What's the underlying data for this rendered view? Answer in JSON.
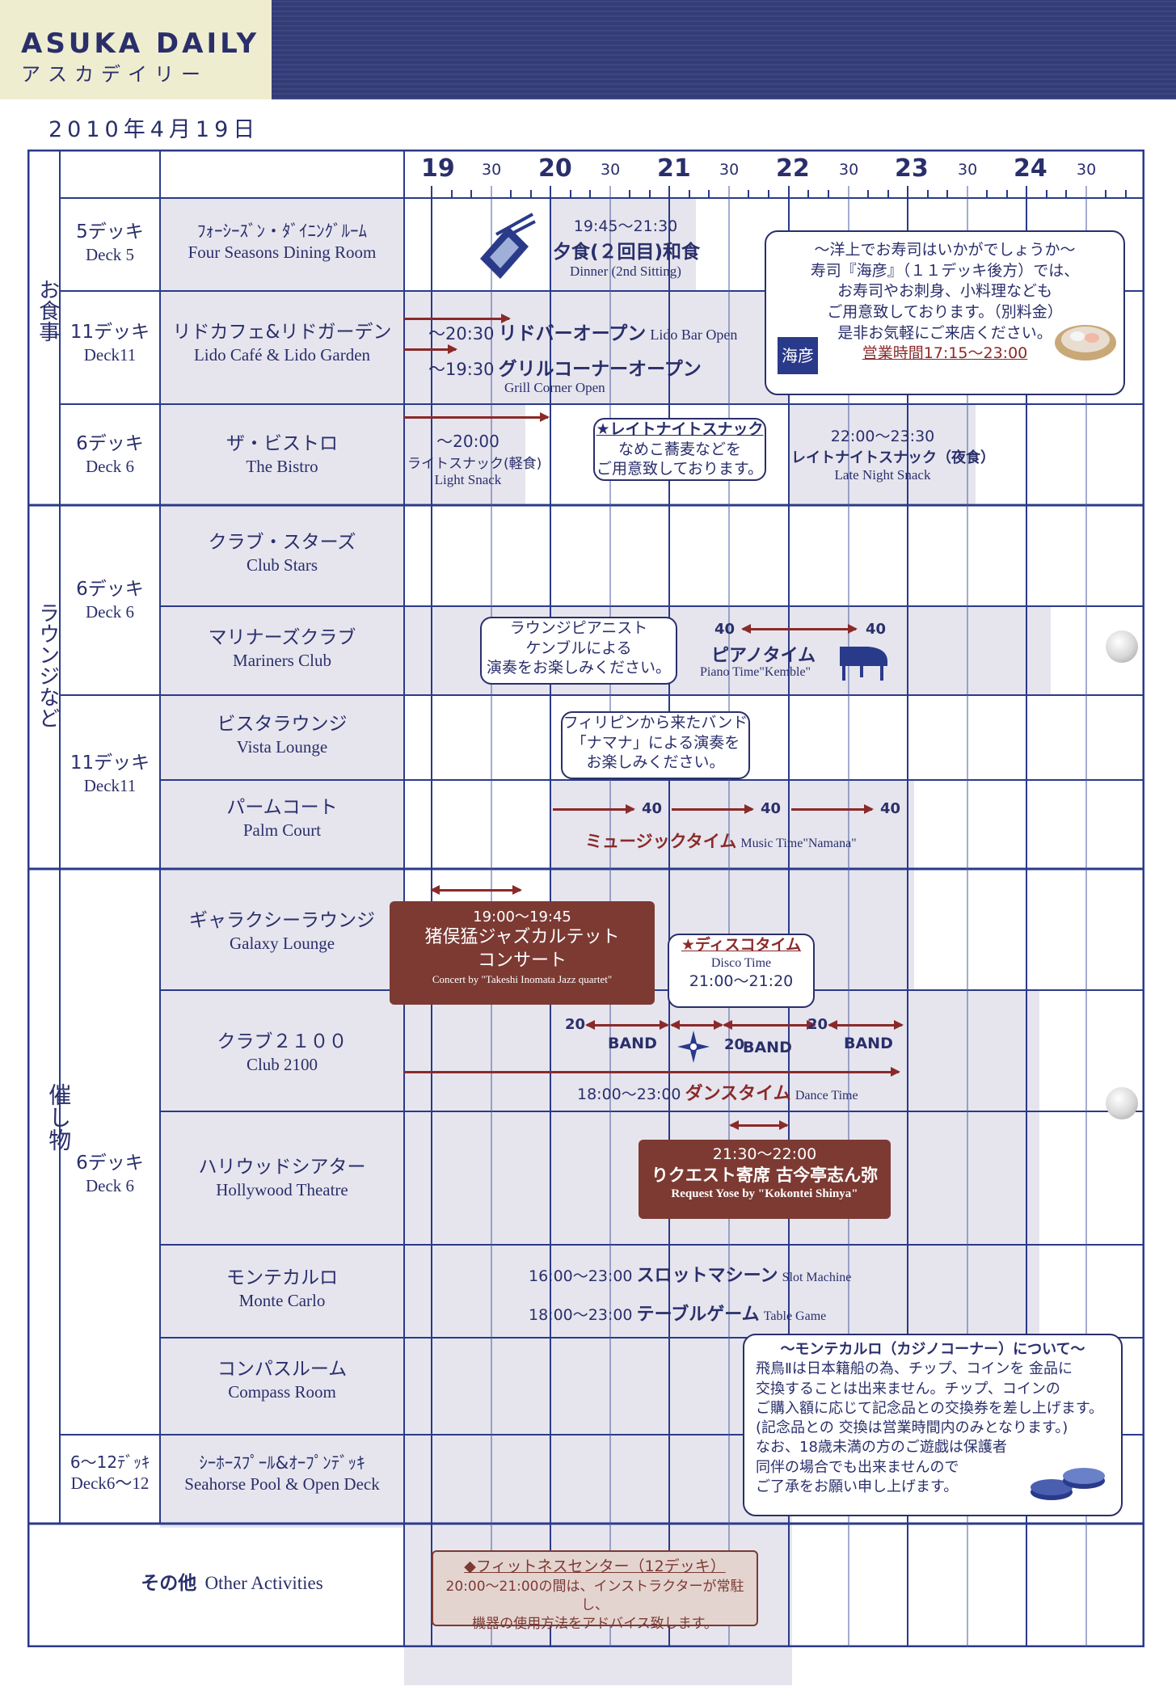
{
  "header": {
    "title_en": "ASUKA DAILY",
    "title_jp": "アスカデイリー",
    "date": "2010年4月19日"
  },
  "timeline": {
    "hours": [
      "19",
      "20",
      "21",
      "22",
      "23",
      "24"
    ],
    "half": "30"
  },
  "categories": {
    "dining": "お食事",
    "lounge": "ラウンジなど",
    "events": "催し物"
  },
  "decks": {
    "d5": {
      "jp": "5デッキ",
      "en": "Deck 5"
    },
    "d11a": {
      "jp": "11デッキ",
      "en": "Deck11"
    },
    "d6a": {
      "jp": "6デッキ",
      "en": "Deck 6"
    },
    "d6b": {
      "jp": "6デッキ",
      "en": "Deck 6"
    },
    "d11b": {
      "jp": "11デッキ",
      "en": "Deck11"
    },
    "d6c": {
      "jp": "6デッキ",
      "en": "Deck 6"
    },
    "d612": {
      "jp": "6～12ﾃﾞｯｷ",
      "en": "Deck6～12"
    }
  },
  "venues": {
    "four_seasons": {
      "jp": "ﾌｫｰｼｰｽﾞﾝ・ﾀﾞｲﾆﾝｸﾞﾙｰﾑ",
      "en": "Four Seasons Dining Room"
    },
    "lido": {
      "jp": "リドカフェ&リドガーデン",
      "en": "Lido Café & Lido Garden"
    },
    "bistro": {
      "jp": "ザ・ビストロ",
      "en": "The Bistro"
    },
    "club_stars": {
      "jp": "クラブ・スターズ",
      "en": "Club Stars"
    },
    "mariners": {
      "jp": "マリナーズクラブ",
      "en": "Mariners Club"
    },
    "vista": {
      "jp": "ビスタラウンジ",
      "en": "Vista Lounge"
    },
    "palm": {
      "jp": "パームコート",
      "en": "Palm Court"
    },
    "galaxy": {
      "jp": "ギャラクシーラウンジ",
      "en": "Galaxy Lounge"
    },
    "club2100": {
      "jp": "クラブ２１００",
      "en": "Club 2100"
    },
    "hollywood": {
      "jp": "ハリウッドシアター",
      "en": "Hollywood Theatre"
    },
    "montecarlo": {
      "jp": "モンテカルロ",
      "en": "Monte Carlo"
    },
    "compass": {
      "jp": "コンパスルーム",
      "en": "Compass Room"
    },
    "seahorse": {
      "jp": "ｼｰﾎｰｽﾌﾟｰﾙ&ｵｰﾌﾟﾝﾃﾞｯｷ",
      "en": "Seahorse Pool & Open Deck"
    },
    "other": {
      "jp": "その他",
      "en": "Other Activities"
    }
  },
  "events": {
    "dinner": {
      "time": "19:45～21:30",
      "jp": "夕食(２回目)和食",
      "en": "Dinner (2nd Sitting)"
    },
    "sushi": {
      "lines": [
        "～洋上でお寿司はいかがでしょうか～",
        "寿司『海彦』（１１デッキ後方）では、",
        "お寿司やお刺身、小料理なども",
        "ご用意致しております。（別料金）",
        "是非お気軽にご来店ください。"
      ],
      "hours": "営業時間17:15～23:00",
      "logo": "海彦"
    },
    "lido_bar": {
      "time": "～20:30",
      "jp": "リドバーオープン",
      "en": "Lido Bar Open"
    },
    "grill": {
      "time": "～19:30",
      "jp": "グリルコーナーオープン",
      "en": "Grill Corner Open"
    },
    "light_snack": {
      "time": "～20:00",
      "jp": "ライトスナック(軽食)",
      "en": "Light Snack"
    },
    "late_note": {
      "title": "★レイトナイトスナック",
      "l1": "なめこ蕎麦などを",
      "l2": "ご用意致しております。"
    },
    "late_snack": {
      "time": "22:00～23:30",
      "jp": "レイトナイトスナック（夜食）",
      "en": "Late Night Snack"
    },
    "pianist_note": {
      "l1": "ラウンジピアニスト",
      "l2": "ケンブルによる",
      "l3": "演奏をお楽しみください。"
    },
    "piano": {
      "n1": "40",
      "n2": "40",
      "jp": "ピアノタイム",
      "en": "Piano Time\"Kemble\""
    },
    "band_note": {
      "l1": "フィリピンから来たバンド",
      "l2": "「ナマナ」による演奏を",
      "l3": "お楽しみください。"
    },
    "music": {
      "n1": "40",
      "n2": "40",
      "n3": "40",
      "jp": "ミュージックタイム",
      "en": "Music Time\"Namana\""
    },
    "jazz": {
      "time": "19:00～19:45",
      "l1": "猪俣猛ジャズカルテット",
      "l2": "コンサート",
      "en": "Concert by \"Takeshi Inomata Jazz quartet\""
    },
    "disco": {
      "title": "★ディスコタイム",
      "en": "Disco Time",
      "time": "21:00～21:20"
    },
    "band": {
      "n1": "20",
      "n2": "20",
      "n3": "20",
      "label": "BAND"
    },
    "dance": {
      "time": "18:00～23:00",
      "jp": "ダンスタイム",
      "en": "Dance Time"
    },
    "yose": {
      "time": "21:30～22:00",
      "jp": "りクエスト寄席 古今亭志ん弥",
      "en": "Request Yose by \"Kokontei Shinya\""
    },
    "slot": {
      "time": "16:00～23:00",
      "jp": "スロットマシーン",
      "en": "Slot Machine"
    },
    "table": {
      "time": "18:00～23:00",
      "jp": "テーブルゲーム",
      "en": "Table Game"
    },
    "casino_note": {
      "title": "～モンテカルロ（カジノコーナー）について～",
      "lines": [
        "飛鳥Ⅱは日本籍船の為、チップ、コインを 金品に",
        "交換することは出来ません。チップ、コインの",
        "ご購入額に応じて記念品との交換券を差し上げます。",
        "(記念品との 交換は営業時間内のみとなります。)",
        "なお、18歳未満の方のご遊戯は保護者",
        "同伴の場合でも出来ませんので",
        "ご了承をお願い申し上げます。"
      ]
    },
    "fitness": {
      "title": "◆フィットネスセンター（12デッキ）",
      "l1": "20:00～21:00の間は、インストラクターが常駐し、",
      "l2": "機器の使用方法をアドバイス致します。"
    }
  }
}
